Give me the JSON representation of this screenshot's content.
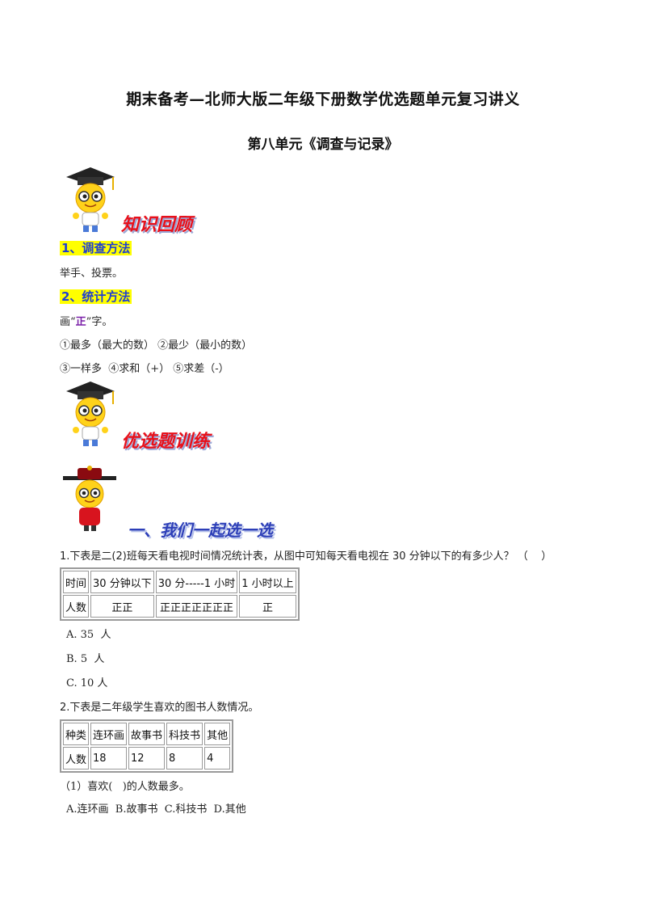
{
  "title": "期末备考—北师大版二年级下册数学优选题单元复习讲义",
  "subtitle": "第八单元《调查与记录》",
  "section1": {
    "banner": "知识回顾",
    "h1": "1、调查方法",
    "p1": "举手、投票。",
    "h2": "2、统计方法",
    "p2_pre": "画“",
    "p2_mark": "正",
    "p2_post": "”字。",
    "p3": "①最多（最大的数） ②最少（最小的数）",
    "p4": "③一样多  ④求和（+） ⑤求差（-）"
  },
  "section2": {
    "banner": "优选题训练"
  },
  "section3": {
    "banner": "一、我们一起选一选"
  },
  "q1": {
    "text": "1.下表是二(2)班每天看电视时间情况统计表，从图中可知每天看电视在 30 分钟以下的有多少人？ （    ）",
    "header": [
      "时间",
      "30 分钟以下",
      "30 分-----1 小时",
      "1 小时以上"
    ],
    "row": [
      "人数",
      "正正",
      "正正正正正正正",
      "正"
    ],
    "options": [
      "A. 35  人",
      "B. 5  人",
      "C. 10 人"
    ]
  },
  "q2": {
    "text": "2.下表是二年级学生喜欢的图书人数情况。",
    "header": [
      "种类",
      "连环画",
      "故事书",
      "科技书",
      "其他"
    ],
    "row": [
      "人数",
      "18",
      "12",
      "8",
      "4"
    ],
    "sub": "（1）喜欢(   )的人数最多。",
    "options": "A.连环画  B.故事书  C.科技书  D.其他"
  }
}
